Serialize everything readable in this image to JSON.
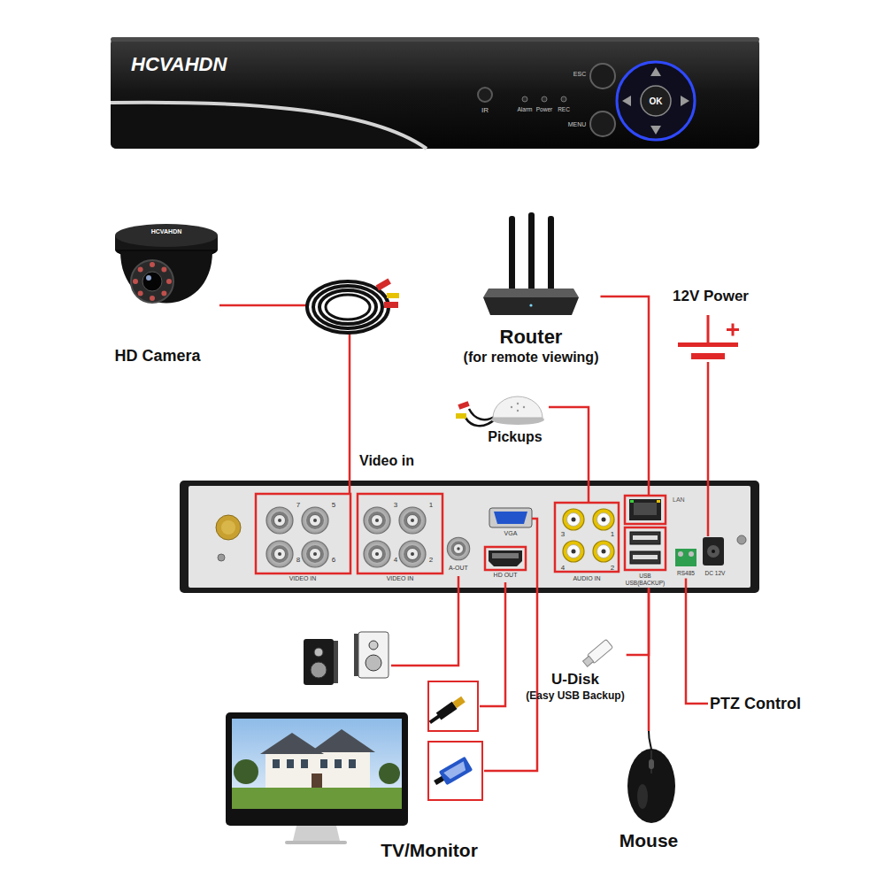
{
  "diagram": {
    "nodes": [
      {
        "text": [
          "HD Camera"
        ]
      },
      {
        "text": [
          "Router",
          "(for remote viewing)"
        ]
      },
      {
        "text": [
          "12V Power"
        ]
      },
      {
        "text": [
          "Pickups"
        ]
      },
      {
        "text": [
          "VIDEO IN",
          "VIDEO IN"
        ]
      },
      {
        "text": [
          "A-OUT"
        ]
      },
      {
        "text": [
          "VGA"
        ]
      },
      {
        "text": [
          "HD OUT"
        ]
      },
      {
        "text": [
          "AUDIO IN"
        ]
      },
      {
        "text": [
          "LAN"
        ]
      },
      {
        "text": [
          "USB",
          "USB(BACKUP)"
        ]
      },
      {
        "text": [
          "RS485"
        ]
      },
      {
        "text": [
          "DC 12V"
        ]
      },
      {
        "text": [
          "U-Disk",
          "(Easy USB Backup)"
        ]
      },
      {
        "text": [
          "PTZ Control"
        ]
      },
      {
        "text": [
          "TV/Monitor"
        ]
      },
      {
        "text": [
          "Mouse"
        ]
      }
    ],
    "edges": [
      {
        "from": 0,
        "to": 4,
        "label": "Video in",
        "arrow": "none"
      },
      {
        "from": 1,
        "to": 9,
        "arrow": "none"
      },
      {
        "from": 3,
        "to": 8,
        "arrow": "none"
      },
      {
        "from": 2,
        "to": 12,
        "arrow": "none"
      },
      {
        "from": 10,
        "to": 13,
        "arrow": "none"
      },
      {
        "from": 10,
        "to": 16,
        "arrow": "none"
      },
      {
        "from": 11,
        "to": 14,
        "arrow": "none"
      }
    ],
    "labels": [
      "HCVAHDN",
      "IR",
      "Alarm",
      "Power",
      "REC",
      "ESC",
      "MENU",
      "OK",
      "HCVAHDN",
      "7",
      "5",
      "8",
      "6",
      "3",
      "1",
      "4",
      "2",
      "3",
      "1",
      "4",
      "2"
    ]
  }
}
